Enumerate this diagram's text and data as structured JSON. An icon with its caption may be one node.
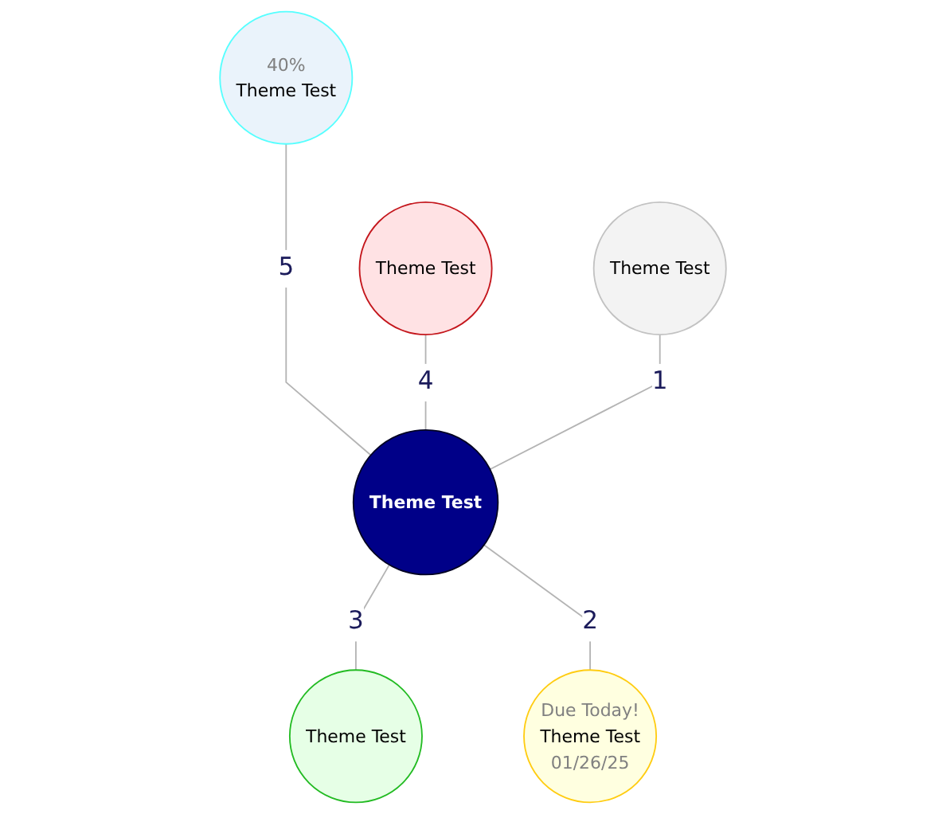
{
  "diagram": {
    "nodes": [
      {
        "text": [
          "40%",
          "Theme Test"
        ]
      },
      {
        "text": [
          "Theme Test"
        ]
      },
      {
        "text": [
          "Theme Test"
        ]
      },
      {
        "text": [
          "Theme Test"
        ]
      },
      {
        "text": [
          "Theme Test"
        ]
      },
      {
        "text": [
          "Due Today!",
          "Theme Test",
          "01/26/25"
        ]
      }
    ],
    "edges": [
      {
        "from": 0,
        "to": 3,
        "arrow": "none",
        "label": "5"
      },
      {
        "from": 1,
        "to": 3,
        "arrow": "none",
        "label": "4"
      },
      {
        "from": 2,
        "to": 3,
        "arrow": "none",
        "label": "1"
      },
      {
        "from": 3,
        "to": 4,
        "arrow": "none",
        "label": "3"
      },
      {
        "from": 3,
        "to": 5,
        "arrow": "none",
        "label": "2"
      }
    ]
  }
}
